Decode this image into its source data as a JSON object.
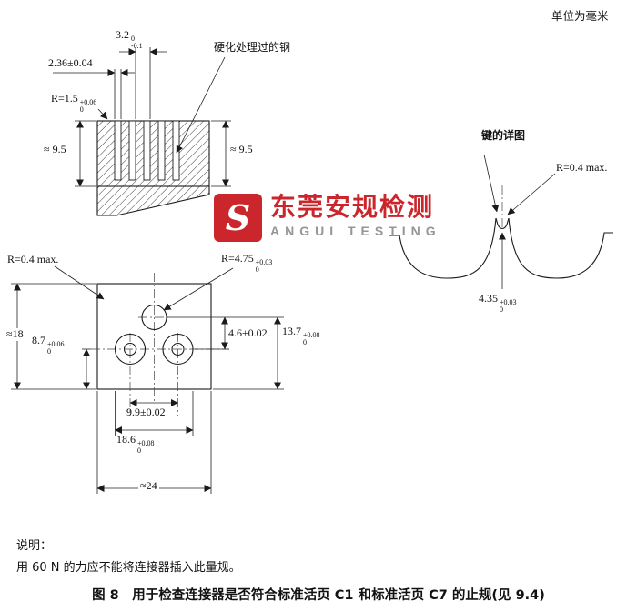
{
  "page": {
    "units": "单位为毫米",
    "notes_title": "说明：",
    "note1": "用 60 N 的力应不能将连接器插入此量规。",
    "caption": "图 8　用于检查连接器是否符合标准活页 C1 和标准活页 C7 的止规(见 9.4)"
  },
  "watermark": {
    "logo_letter": "S",
    "name_cn": "东莞安规检测",
    "name_en": "ANGUI TESTING",
    "red": "#c8161d",
    "gray": "#8e8e8e"
  },
  "section_view": {
    "steel_label": "硬化处理过的钢",
    "dim_slot_pitch": {
      "value": "3.2",
      "upper": "0",
      "lower": "-0.1"
    },
    "dim_slot_width": "2.36±0.04",
    "dim_radius_top": {
      "value": "R=1.5",
      "upper": "+0.06",
      "lower": "0"
    },
    "dim_height_left": "≈ 9.5",
    "dim_height_right": "≈ 9.5"
  },
  "plan_view": {
    "dim_radius_corner": "R=0.4 max.",
    "dim_radius_key": {
      "value": "R=4.75",
      "upper": "+0.03",
      "lower": "0"
    },
    "dim_height": "≈18",
    "dim_center_height": {
      "value": "8.7",
      "upper": "+0.06",
      "lower": "0"
    },
    "dim_key_offset": "4.6±0.02",
    "dim_key_height": {
      "value": "13.7",
      "upper": "+0.08",
      "lower": "0"
    },
    "dim_pin_spacing": "9.9±0.02",
    "dim_hole_span": {
      "value": "18.6",
      "upper": "+0.08",
      "lower": "0"
    },
    "dim_width": "≈24"
  },
  "key_detail": {
    "title": "键的详图",
    "dim_radius": "R=0.4 max.",
    "dim_depth": {
      "value": "4.35",
      "upper": "+0.03",
      "lower": "0"
    }
  }
}
